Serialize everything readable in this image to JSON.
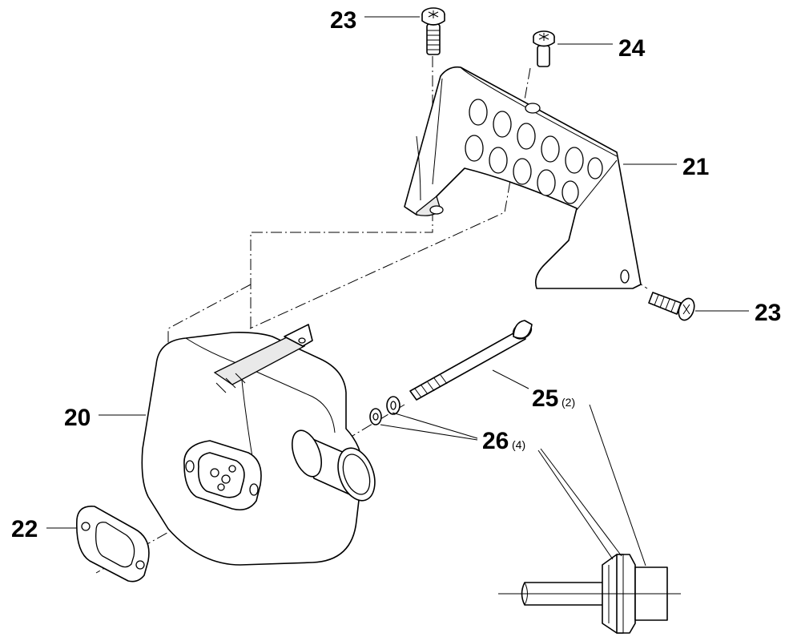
{
  "callouts": {
    "screw_top_left": "23",
    "screw_top_right": "24",
    "heat_shield": "21",
    "screw_right": "23",
    "bolt": "25",
    "bolt_qty": "(2)",
    "muffler": "20",
    "washers": "26",
    "washers_qty": "(4)",
    "gasket": "22"
  }
}
